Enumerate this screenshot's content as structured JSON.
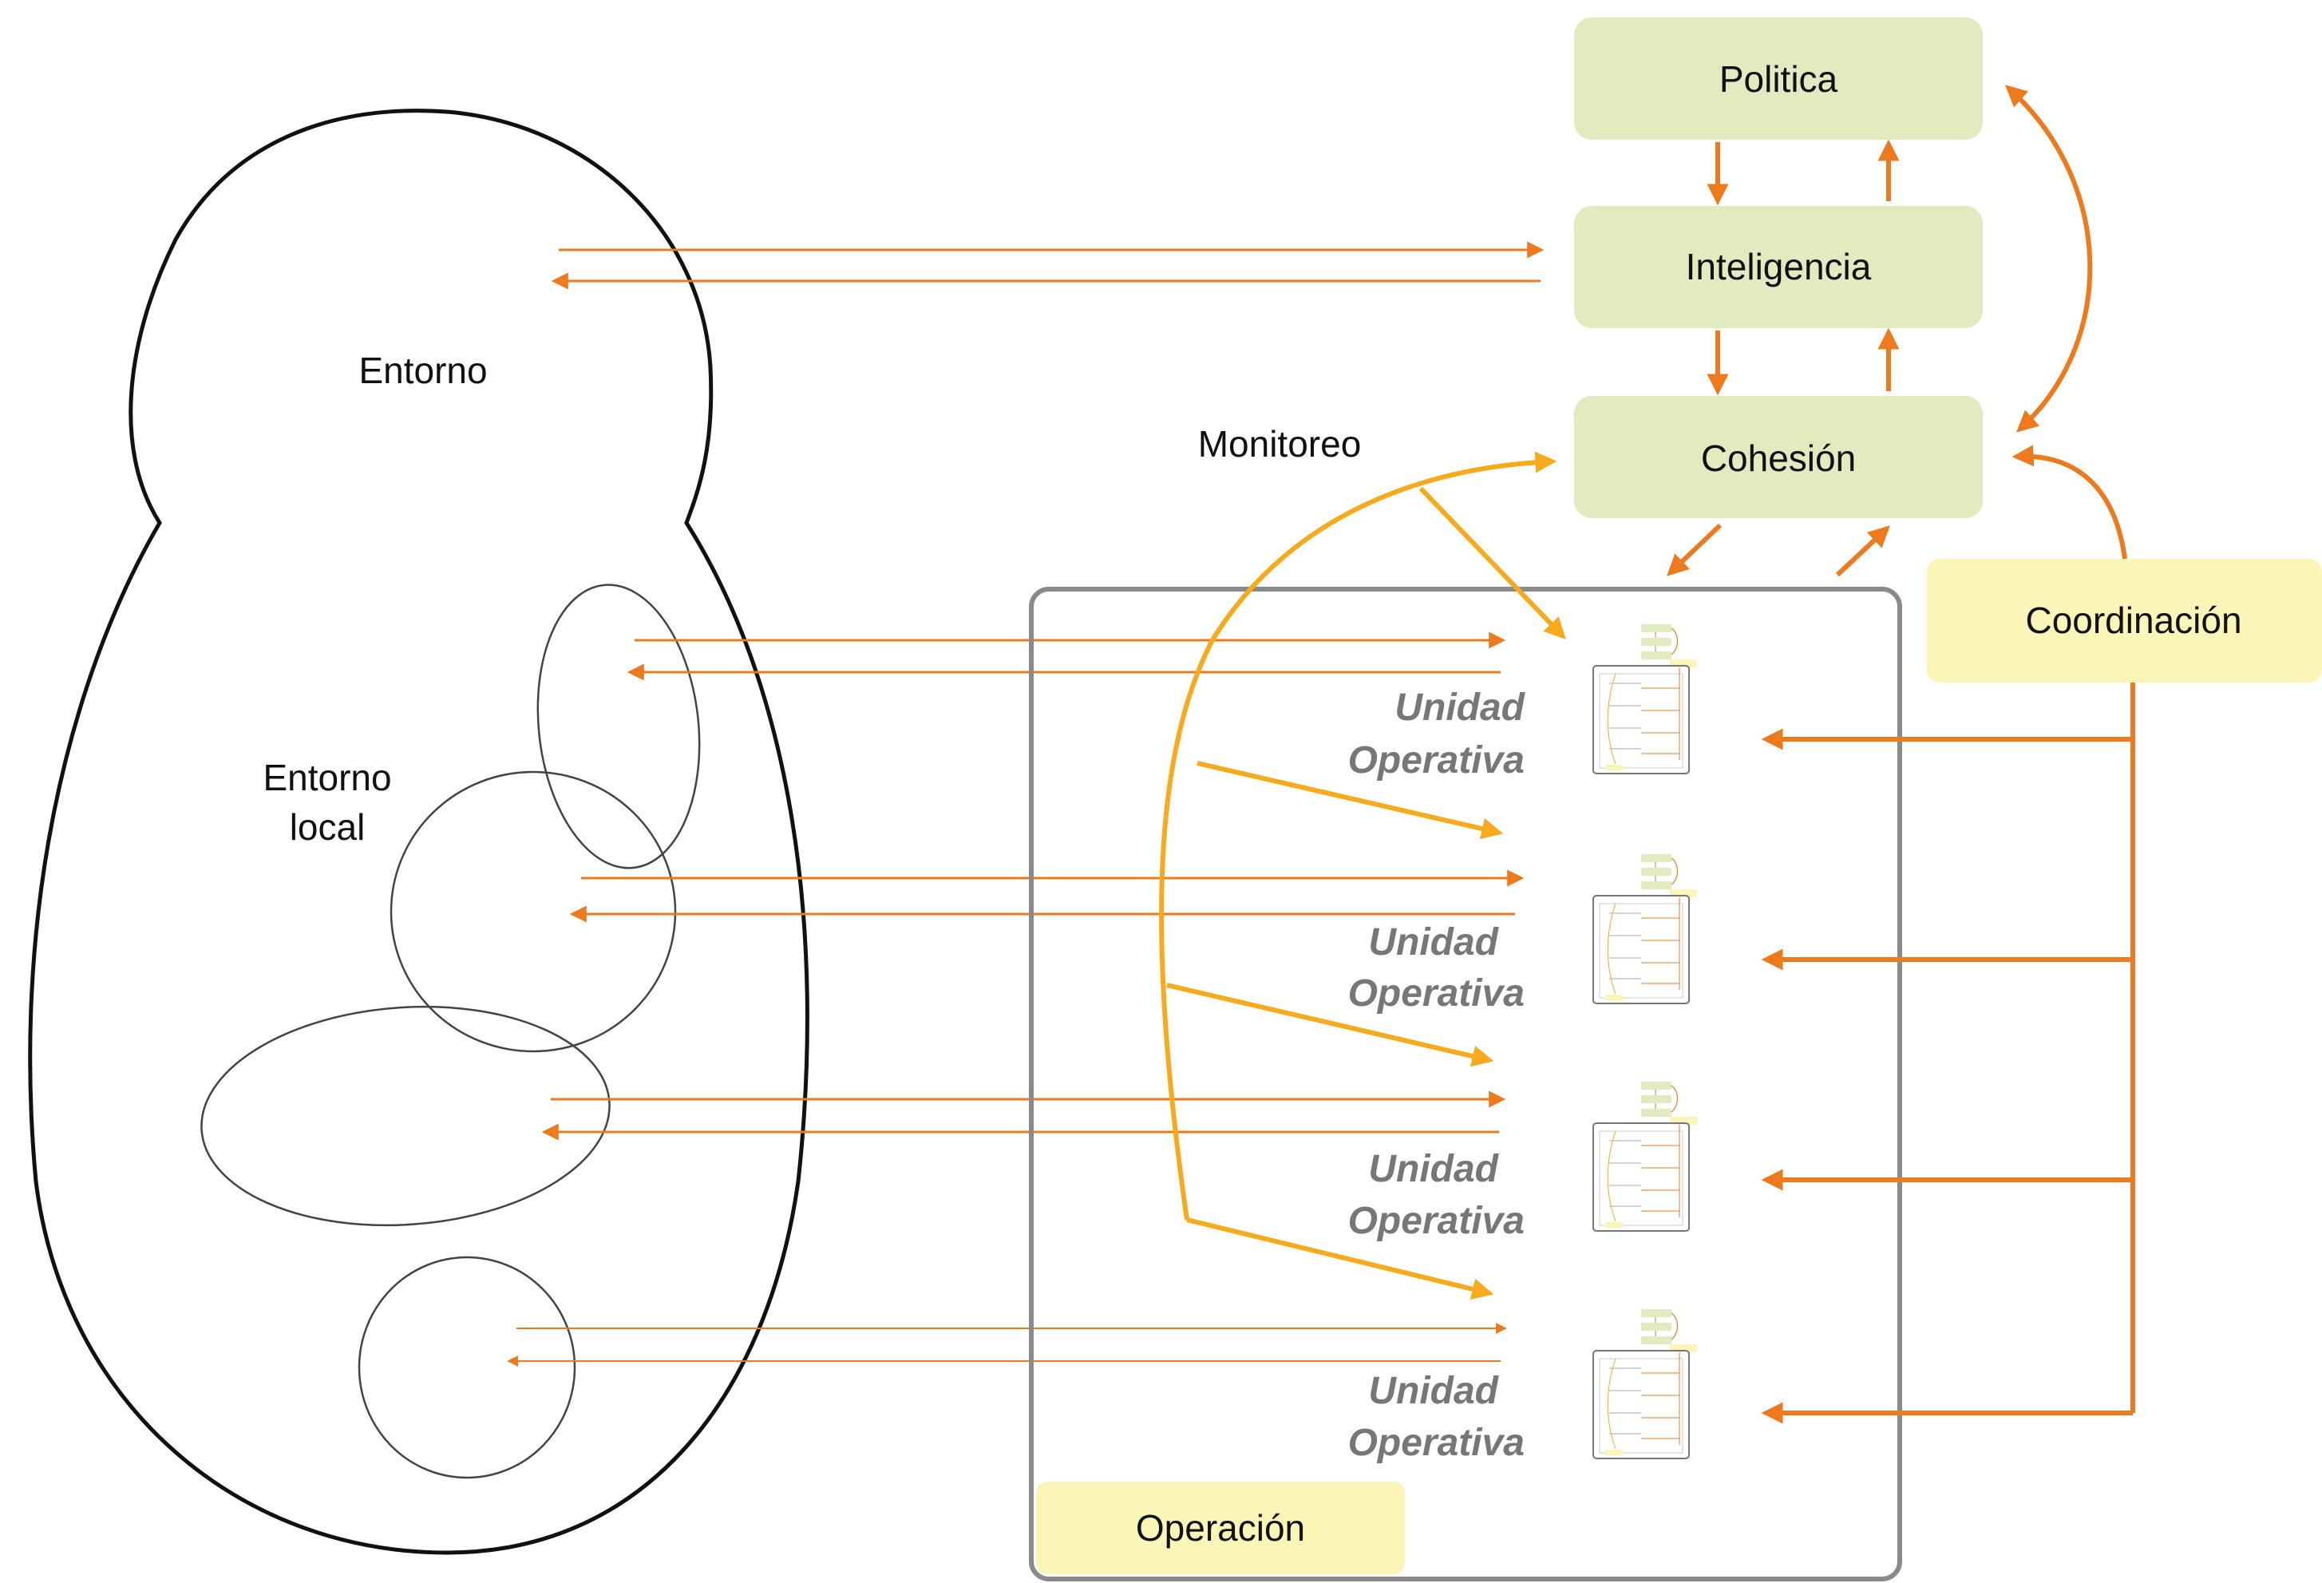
{
  "colors": {
    "system_box": "#e2eac0",
    "yellow_box": "#fbf6b8",
    "orange_arrow": "#ee7a1e",
    "monitor_arrow": "#f7aa1c",
    "outline": "#111111",
    "operation_border": "#8a8a8a"
  },
  "boxes": {
    "politica": "Politica",
    "inteligencia": "Inteligencia",
    "cohesion": "Cohesión",
    "coordinacion": "Coordinación",
    "operacion": "Operación"
  },
  "labels": {
    "entorno": "Entorno",
    "entorno_local_1": "Entorno",
    "entorno_local_2": "local",
    "monitoreo": "Monitoreo"
  },
  "units": [
    {
      "line1": "Unidad",
      "line2": "Operativa"
    },
    {
      "line1": "Unidad",
      "line2": "Operativa"
    },
    {
      "line1": "Unidad",
      "line2": "Operativa"
    },
    {
      "line1": "Unidad",
      "line2": "Operativa"
    }
  ]
}
